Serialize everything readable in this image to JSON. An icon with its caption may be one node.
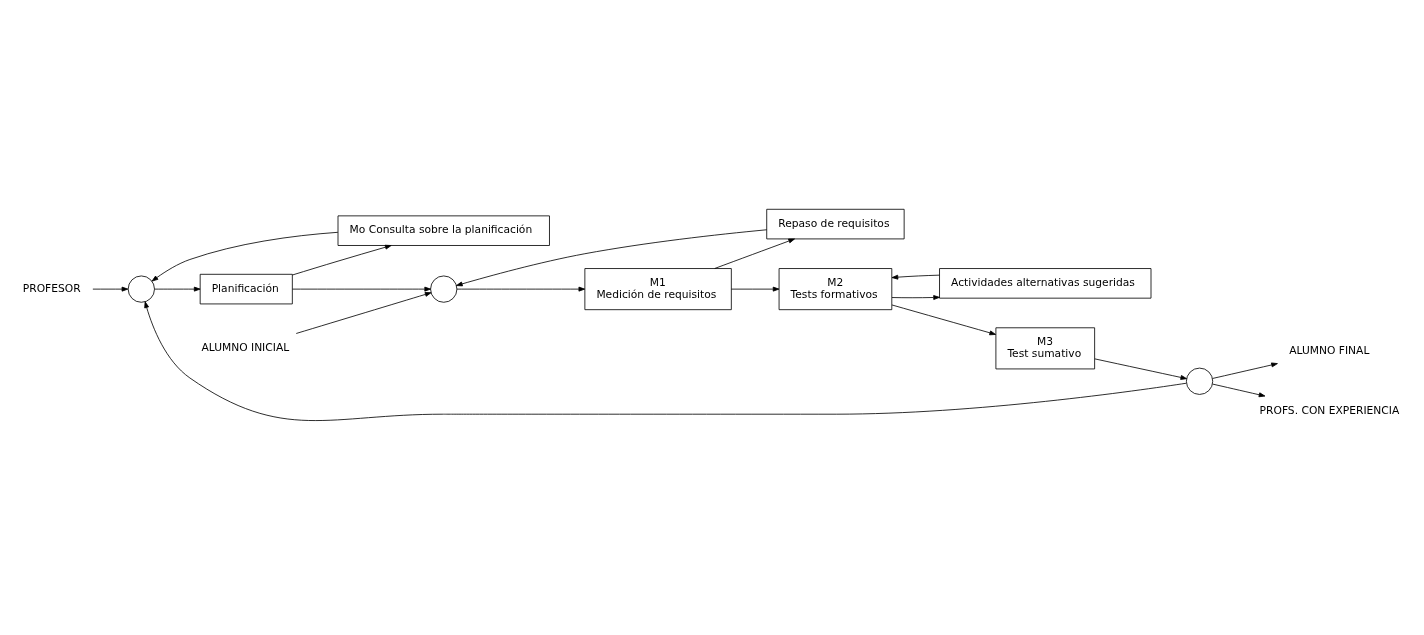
{
  "diagram": {
    "nodes": [
      {
        "text": [
          "PROFESOR"
        ]
      },
      {
        "text": [],
        "shape": "circle"
      },
      {
        "text": [
          "Mo Consulta sobre la planificación"
        ]
      },
      {
        "text": [
          "Planificación"
        ]
      },
      {
        "text": [],
        "shape": "circle"
      },
      {
        "text": [
          "ALUMNO INICIAL"
        ]
      },
      {
        "text": [
          "M1",
          "Medición de requisitos"
        ]
      },
      {
        "text": [
          "Repaso de requisitos"
        ]
      },
      {
        "text": [
          "M2",
          "Tests formativos"
        ]
      },
      {
        "text": [
          "Actividades alternativas sugeridas"
        ]
      },
      {
        "text": [
          "M3",
          "Test sumativo"
        ]
      },
      {
        "text": [],
        "shape": "circle"
      },
      {
        "text": [
          "ALUMNO FINAL"
        ]
      },
      {
        "text": [
          "PROFS. CON EXPERIENCIA"
        ]
      }
    ],
    "edges": [
      {
        "from": 0,
        "to": 1,
        "arrow": "to"
      },
      {
        "from": 1,
        "to": 3,
        "arrow": "to"
      },
      {
        "from": 3,
        "to": 4,
        "arrow": "to"
      },
      {
        "from": 3,
        "to": 2,
        "arrow": "to"
      },
      {
        "from": 2,
        "to": 1,
        "arrow": "to"
      },
      {
        "from": 5,
        "to": 4,
        "arrow": "to"
      },
      {
        "from": 4,
        "to": 6,
        "arrow": "to"
      },
      {
        "from": 6,
        "to": 8,
        "arrow": "to"
      },
      {
        "from": 6,
        "to": 7,
        "arrow": "to"
      },
      {
        "from": 7,
        "to": 4,
        "arrow": "to"
      },
      {
        "from": 9,
        "to": 8,
        "arrow": "to"
      },
      {
        "from": 8,
        "to": 9,
        "arrow": "to"
      },
      {
        "from": 8,
        "to": 10,
        "arrow": "to"
      },
      {
        "from": 10,
        "to": 11,
        "arrow": "to"
      },
      {
        "from": 11,
        "to": 12,
        "arrow": "to"
      },
      {
        "from": 11,
        "to": 13,
        "arrow": "to"
      },
      {
        "from": 11,
        "to": 1,
        "arrow": "to"
      }
    ]
  }
}
